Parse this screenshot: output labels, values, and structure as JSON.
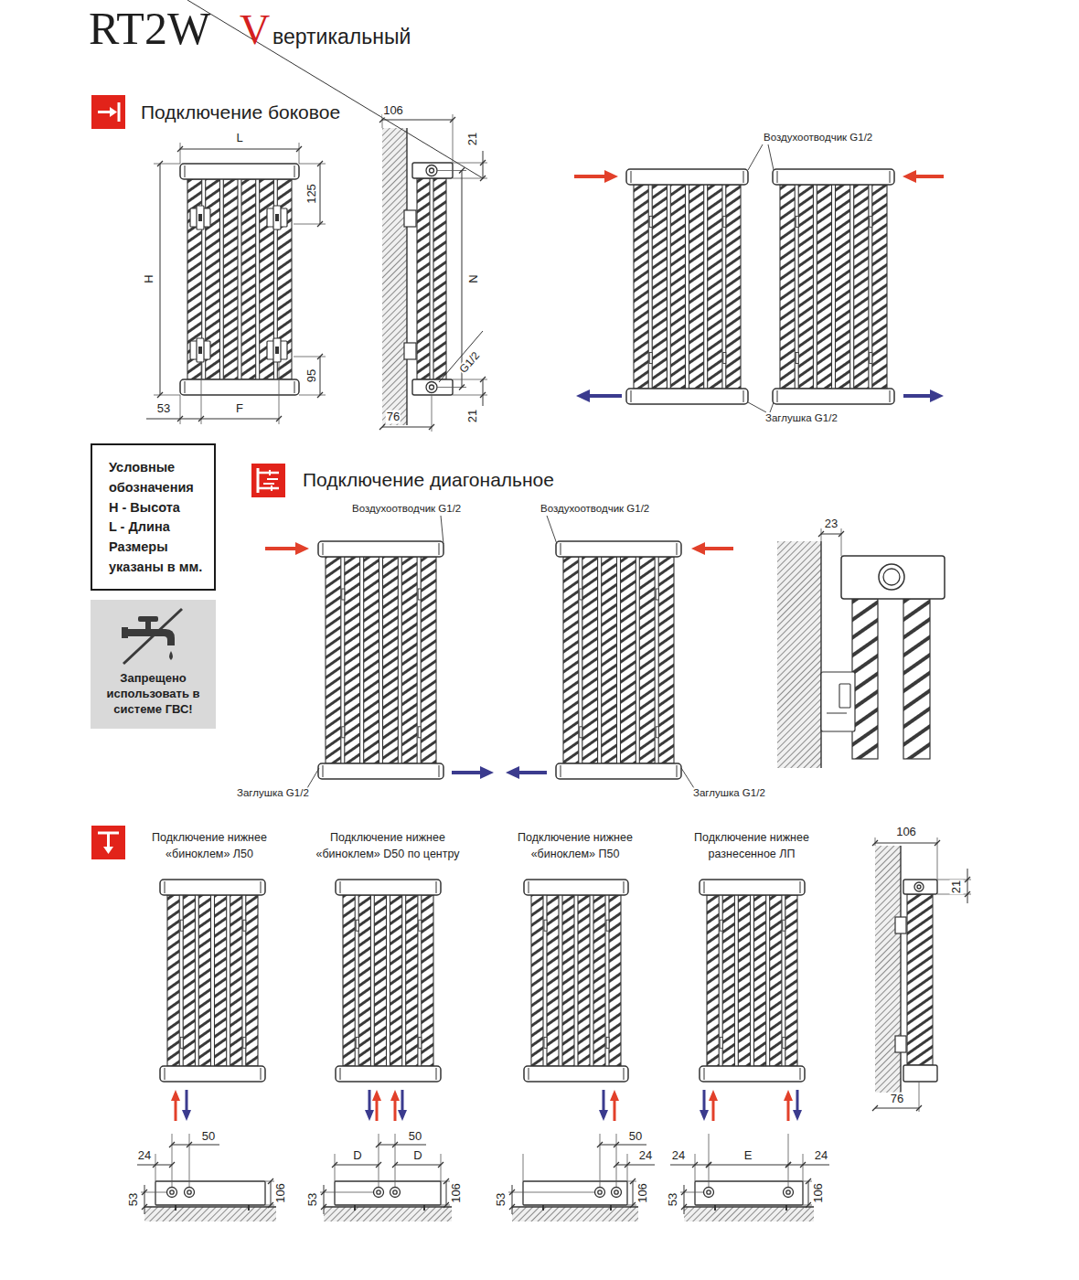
{
  "diagram": {
    "title": "RT2W",
    "nodes": [
      {
        "text": [
          "Условные обозначения",
          "H - Высота",
          "L - Длина",
          "Размеры указаны в мм."
        ]
      },
      {
        "text": [
          "Запрещено использовать в системе ГВС!"
        ]
      }
    ],
    "labels": [
      "V",
      "вертикальный",
      "Подключение боковое",
      "L",
      "H",
      "125",
      "95",
      "53",
      "F",
      "106",
      "21",
      "N",
      "G1/2",
      "76",
      "21",
      "Воздухоотводчик G1/2",
      "Заглушка G1/2",
      "Подключение диагональное",
      "Воздухоотводчик G1/2",
      "Воздухоотводчик G1/2",
      "Заглушка G1/2",
      "Заглушка G1/2",
      "23",
      "Подключение нижнее «биноклем» Л50",
      "Подключение нижнее «биноклем» D50 по центру",
      "Подключение нижнее «биноклем» П50",
      "Подключение нижнее разнесенное ЛП",
      "106",
      "21",
      "76",
      "24",
      "50",
      "53",
      "106",
      "D",
      "D",
      "50",
      "53",
      "106",
      "50",
      "24",
      "53",
      "106",
      "24",
      "E",
      "24",
      "53",
      "106"
    ]
  }
}
